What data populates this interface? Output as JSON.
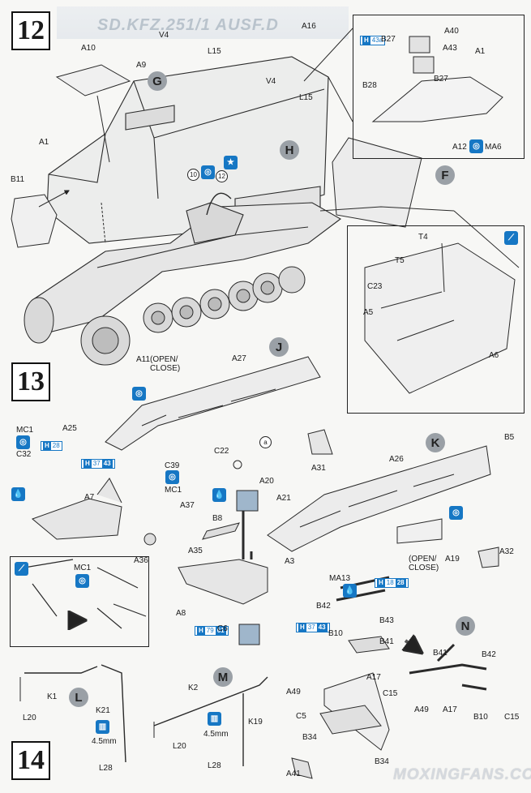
{
  "steps": {
    "s12": "12",
    "s13": "13",
    "s14": "14"
  },
  "letters": {
    "G": "G",
    "H": "H",
    "F": "F",
    "J": "J",
    "K": "K",
    "N": "N",
    "L": "L",
    "M": "M"
  },
  "labels": {
    "A10": "A10",
    "A9": "A9",
    "V4a": "V4",
    "L15a": "L15",
    "A16": "A16",
    "V4b": "V4",
    "L15b": "L15",
    "A1": "A1",
    "B11": "B11",
    "A40": "A40",
    "B27a": "B27",
    "A43": "A43",
    "A1b": "A1",
    "B28": "B28",
    "B27b": "B27",
    "A12": "A12",
    "MA6": "MA6",
    "T4": "T4",
    "T5": "T5",
    "C23": "C23",
    "A5": "A5",
    "A6": "A6",
    "A11": "A11",
    "openclose1": "(OPEN/\nCLOSE)",
    "A27": "A27",
    "MC1a": "MC1",
    "C32": "C32",
    "A25": "A25",
    "C22": "C22",
    "a": "a",
    "C39": "C39",
    "MC1b": "MC1",
    "A20": "A20",
    "A21": "A21",
    "A31": "A31",
    "A37": "A37",
    "B8": "B8",
    "A7": "A7",
    "A36": "A36",
    "A35": "A35",
    "A3": "A3",
    "A8": "A8",
    "C6": "C6",
    "MC1c": "MC1",
    "A26": "A26",
    "B5": "B5",
    "openclose2": "(OPEN/\nCLOSE)",
    "A19": "A19",
    "A32": "A32",
    "MA13": "MA13",
    "B42a": "B42",
    "B43": "B43",
    "B10a": "B10",
    "B41a": "B41",
    "B41b": "B41",
    "B42b": "B42",
    "A17a": "A17",
    "A49a": "A49",
    "A49b": "A49",
    "A17b": "A17",
    "B10b": "B10",
    "C15a": "C15",
    "C15b": "C15",
    "C5": "C5",
    "B34a": "B34",
    "B34b": "B34",
    "A41": "A41",
    "K1": "K1",
    "L20a": "L20",
    "K21": "K21",
    "mm1": "4.5mm",
    "L28a": "L28",
    "K2": "K2",
    "K19": "K19",
    "L20b": "L20",
    "mm2": "4.5mm",
    "L28b": "L28"
  },
  "refs": {
    "r1": {
      "h": "H",
      "n": "43a"
    },
    "r2": {
      "h": "H",
      "n": "28"
    },
    "r3": {
      "h": "H",
      "n": "37",
      "b": "43"
    },
    "r4": {
      "h": "H",
      "n": "18",
      "b": "28"
    },
    "r5": {
      "h": "H",
      "n": "79",
      "b": "61"
    },
    "r6": {
      "h": "H",
      "n": "37",
      "b": "43"
    }
  },
  "paint": {
    "p10": "10",
    "p12": "12"
  },
  "watermark": "MOXINGFANS.COM",
  "header_faint": "SD.KFZ.251/1 AUSF.D"
}
